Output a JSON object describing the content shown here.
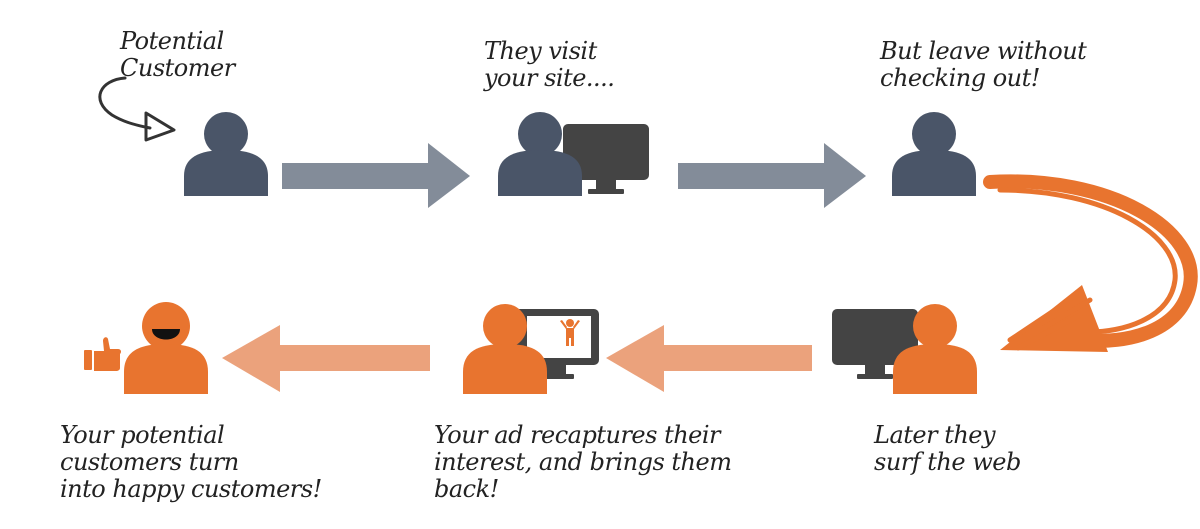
{
  "colors": {
    "dark_person": "#4a5568",
    "orange_person": "#e8742f",
    "gray_arrow": "#838c99",
    "peach_arrow": "#eba27c",
    "curve": "#e8742f",
    "monitor": "#444444",
    "screen": "#ffffff",
    "text": "#222222"
  },
  "steps": {
    "potential": {
      "label": "Potential\nCustomer",
      "icon": "person-icon"
    },
    "visit": {
      "label": "They visit\nyour site....",
      "icon": "person-at-computer-icon"
    },
    "leave": {
      "label": "But leave without\nchecking out!",
      "icon": "person-icon"
    },
    "surf": {
      "label": "Later they\nsurf the web",
      "icon": "person-at-computer-icon"
    },
    "ad": {
      "label": "Your ad recaptures their\ninterest, and brings them\nback!",
      "icon": "person-with-ad-icon"
    },
    "happy": {
      "label": "Your potential\ncustomers turn\ninto happy customers!",
      "icon": "happy-person-icon"
    }
  },
  "icons": {
    "pointer": "hand-drawn-arrow-icon",
    "thumbs_up": "thumbs-up-icon",
    "curve": "curved-return-arrow-icon"
  }
}
